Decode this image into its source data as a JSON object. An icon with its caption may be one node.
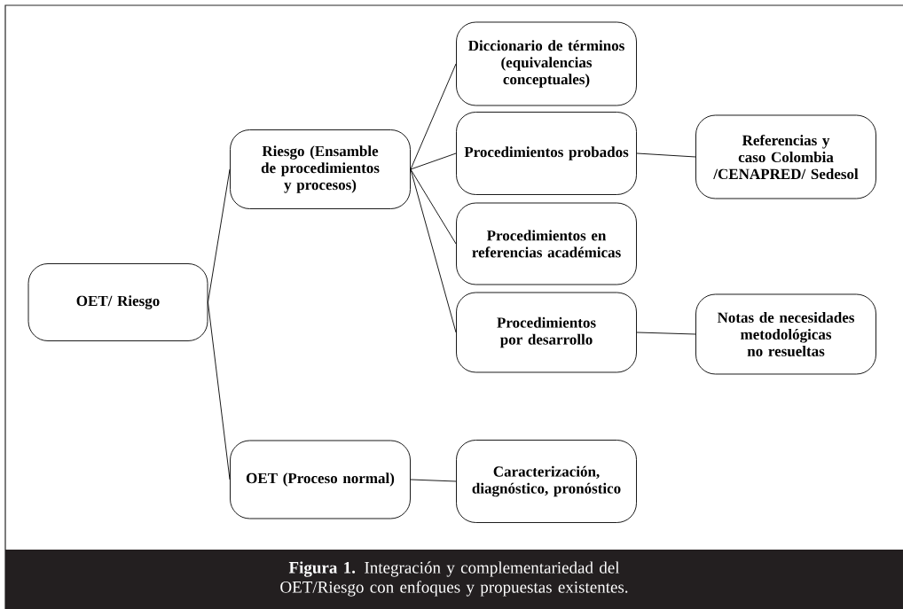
{
  "diagram": {
    "caption": "**Figura 1.** Integración y complementariedad del OET/Riesgo con enfoques y propuestas existentes.",
    "nodes": [
      {
        "text": [
          "OET/ Riesgo"
        ]
      },
      {
        "text": [
          "Riesgo (Ensamble de procedimientos y procesos)"
        ]
      },
      {
        "text": [
          "Diccionario de términos (equivalencias conceptuales)"
        ]
      },
      {
        "text": [
          "Procedimientos probados"
        ]
      },
      {
        "text": [
          "Procedimientos en referencias académicas"
        ]
      },
      {
        "text": [
          "Procedimientos por desarrollo"
        ]
      },
      {
        "text": [
          "Referencias y caso Colombia /CENAPRED/ Sedesol"
        ]
      },
      {
        "text": [
          "Notas de necesidades metodológicas no resueltas"
        ]
      },
      {
        "text": [
          "OET (Proceso normal)"
        ]
      },
      {
        "text": [
          "Caracterización, diagnóstico, pronóstico"
        ]
      }
    ],
    "edges": [
      {
        "from": 0,
        "to": 1,
        "arrow": "none"
      },
      {
        "from": 0,
        "to": 8,
        "arrow": "none"
      },
      {
        "from": 1,
        "to": 2,
        "arrow": "none"
      },
      {
        "from": 1,
        "to": 3,
        "arrow": "none"
      },
      {
        "from": 1,
        "to": 4,
        "arrow": "none"
      },
      {
        "from": 1,
        "to": 5,
        "arrow": "none"
      },
      {
        "from": 3,
        "to": 6,
        "arrow": "none"
      },
      {
        "from": 5,
        "to": 7,
        "arrow": "none"
      },
      {
        "from": 8,
        "to": 9,
        "arrow": "none"
      }
    ]
  }
}
